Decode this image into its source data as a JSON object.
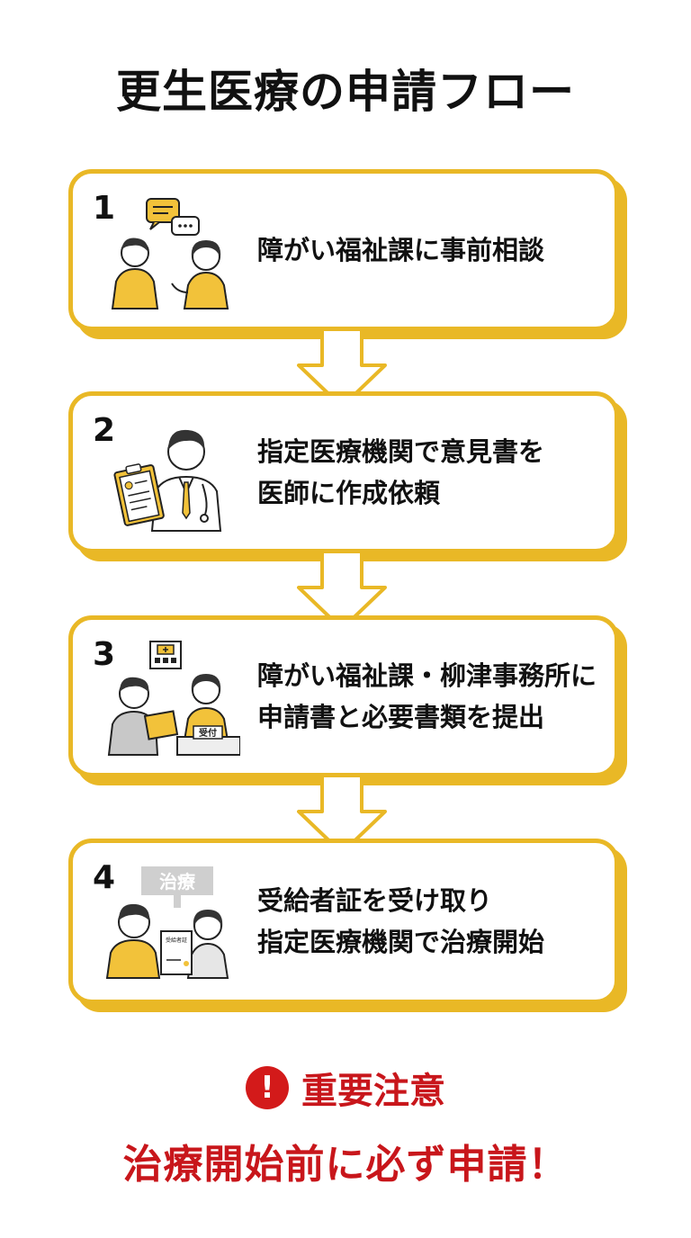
{
  "title": "更生医療の申請フロー",
  "colors": {
    "accent": "#e9b826",
    "warning": "#c8161b"
  },
  "steps": [
    {
      "number": "1",
      "lines": [
        "障がい福祉課に事前相談"
      ],
      "icon": "consultation-icon"
    },
    {
      "number": "2",
      "lines": [
        "指定医療機関で意見書を",
        "医師に作成依頼"
      ],
      "icon": "doctor-icon"
    },
    {
      "number": "3",
      "lines": [
        "障がい福祉課・柳津事務所に",
        "申請書と必要書類を提出"
      ],
      "icon": "reception-desk-icon",
      "desk_sign": "受付"
    },
    {
      "number": "4",
      "lines": [
        "受給者証を受け取り",
        "指定医療機関で治療開始"
      ],
      "icon": "certificate-icon",
      "sign": "治療",
      "card_label": "受給者証"
    }
  ],
  "warning": {
    "icon": "!",
    "label": "重要注意",
    "message": "治療開始前に必ず申請！"
  }
}
